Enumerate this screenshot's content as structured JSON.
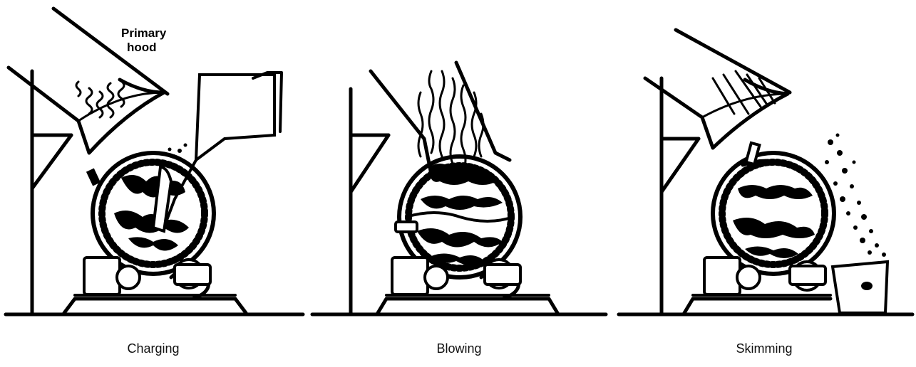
{
  "figure": {
    "panels": [
      {
        "id": "charging",
        "caption": "Charging",
        "annotation": [
          "Primary",
          "hood"
        ]
      },
      {
        "id": "blowing",
        "caption": "Blowing"
      },
      {
        "id": "skimming",
        "caption": "Skimming"
      }
    ]
  },
  "colors": {
    "ink": "#000000",
    "paper": "#ffffff"
  }
}
